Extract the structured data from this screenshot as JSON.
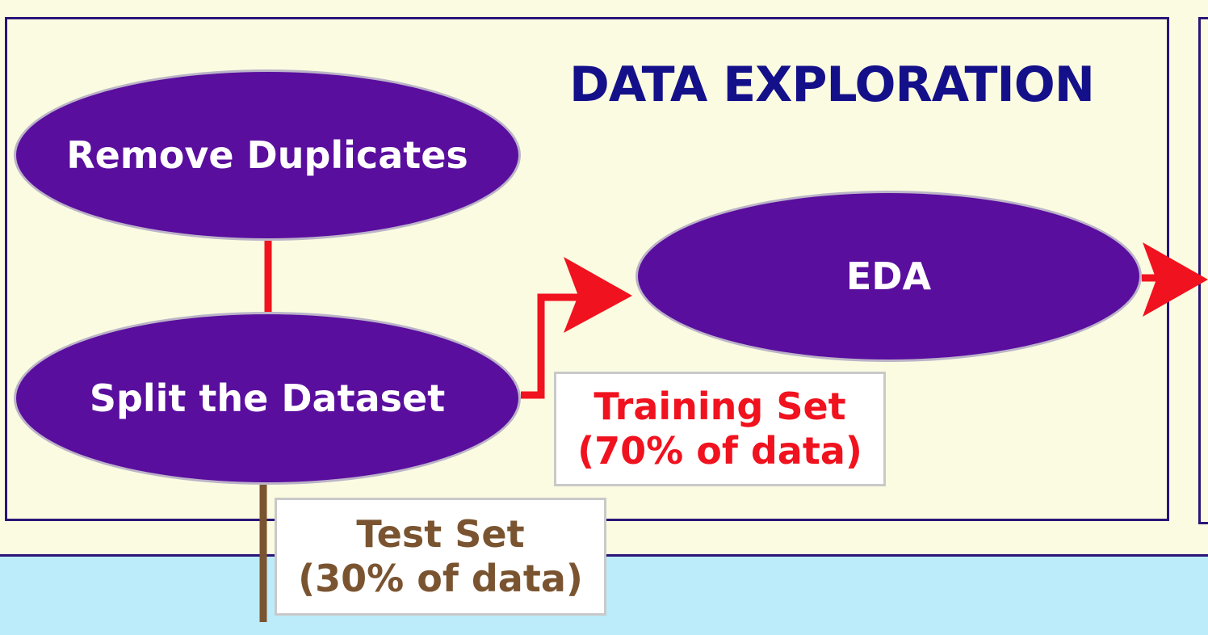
{
  "diagram": {
    "title": "DATA EXPLORATION",
    "nodes": {
      "remove_duplicates": "Remove Duplicates",
      "split_dataset": "Split the Dataset",
      "eda": "EDA"
    },
    "labels": {
      "training_line1": "Training Set",
      "training_line2": "(70% of data)",
      "test_line1": "Test Set",
      "test_line2": "(30% of data)"
    },
    "colors": {
      "node_fill": "#5a0e9e",
      "title": "#14108a",
      "training_arrow": "#f0121e",
      "test_line": "#7a5430",
      "panel_background": "#fbfbe1",
      "bottom_panel_background": "#bcecfa",
      "panel_border": "#2a1578"
    }
  }
}
